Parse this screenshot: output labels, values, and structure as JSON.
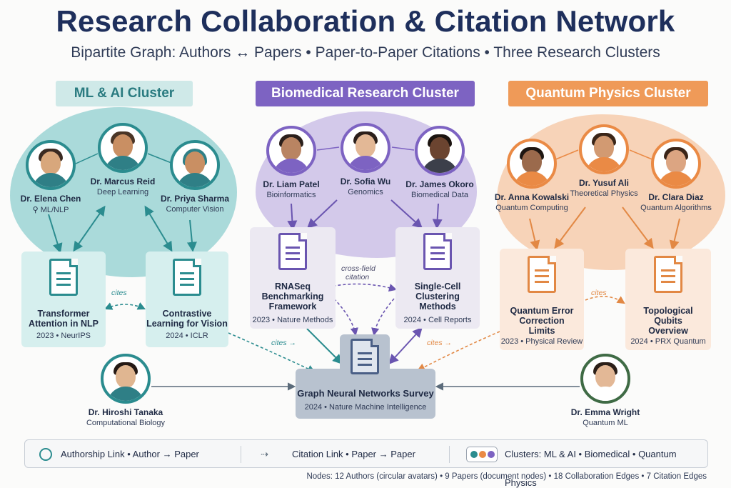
{
  "title": "Research Collaboration & Citation Network",
  "subtitle": "Bipartite Graph: Authors ↔ Papers • Paper-to-Paper Citations • Three Research Clusters",
  "clusters": {
    "ml": "ML & AI Cluster",
    "bio": "Biomedical Research Cluster",
    "qp": "Quantum Physics Cluster"
  },
  "colors": {
    "ml": "#2b8c8f",
    "bio": "#7d63c2",
    "qp": "#ea8a45",
    "central": "#4a5f86"
  },
  "authors": {
    "elena": {
      "name": "Dr. Elena Chen",
      "field": "ML/NLP",
      "field_icon": "location-pin-icon"
    },
    "marcus": {
      "name": "Dr. Marcus Reid",
      "field": "Deep Learning"
    },
    "priya": {
      "name": "Dr. Priya Sharma",
      "field": "Computer Vision"
    },
    "liam": {
      "name": "Dr. Liam Patel",
      "field": "Bioinformatics"
    },
    "sofia": {
      "name": "Dr. Sofia Wu",
      "field": "Genomics"
    },
    "james": {
      "name": "Dr. James Okoro",
      "field": "Biomedical Data"
    },
    "anna": {
      "name": "Dr. Anna Kowalski",
      "field": "Quantum Computing"
    },
    "yusuf": {
      "name": "Dr. Yusuf Ali",
      "field": "Theoretical Physics"
    },
    "clara": {
      "name": "Dr. Clara Diaz",
      "field": "Quantum Algorithms"
    },
    "hiroshi": {
      "name": "Dr. Hiroshi Tanaka",
      "field": "Computational Biology"
    },
    "emma": {
      "name": "Dr. Emma Wright",
      "field": "Quantum ML"
    }
  },
  "papers": {
    "transformer": {
      "title_1": "Transformer",
      "title_2": "Attention in NLP",
      "meta": "2023 • NeurIPS"
    },
    "contrastive": {
      "title_1": "Contrastive",
      "title_2": "Learning for Vision",
      "meta": "2024 • ICLR"
    },
    "rnaseq": {
      "title_1": "RNASeq",
      "title_2": "Benchmarking",
      "title_3": "Framework",
      "meta": "2023 • Nature Methods"
    },
    "singlecell": {
      "title_1": "Single-Cell",
      "title_2": "Clustering",
      "title_3": "Methods",
      "meta": "2024 • Cell Reports"
    },
    "qec": {
      "title_1": "Quantum Error",
      "title_2": "Correction",
      "title_3": "Limits",
      "meta": "2023 • Physical Review"
    },
    "topo": {
      "title_1": "Topological",
      "title_2": "Qubits",
      "title_3": "Overview",
      "meta": "2024 • PRX Quantum"
    },
    "gnn": {
      "title": "Graph Neural Networks Survey",
      "meta": "2024 • Nature Machine Intelligence"
    }
  },
  "edge_labels": {
    "cites_ml": "cites",
    "cross_field_1": "cross-field",
    "cross_field_2": "citation",
    "cites_to_gnn_left": "cites →",
    "cites_to_gnn_right": "cites →",
    "cites_qp": "cites"
  },
  "legend": {
    "authorship": "Authorship Link • Author → Paper",
    "citation": "Citation Link • Paper → Paper",
    "clusters": "Clusters: ML & AI • Biomedical • Quantum Physics"
  },
  "footer": "Nodes: 12 Authors (circular avatars) • 9 Papers (document nodes) • 18 Collaboration Edges • 7 Citation Edges"
}
